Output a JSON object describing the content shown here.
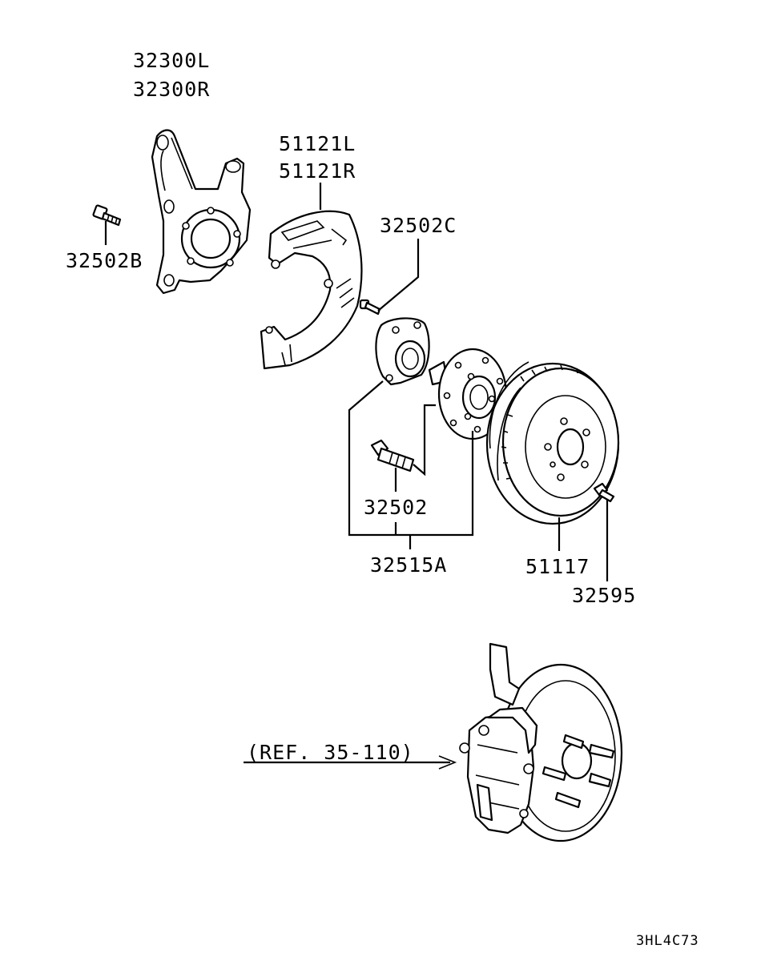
{
  "labels": {
    "knuckle_left": "32300L",
    "knuckle_right": "32300R",
    "knuckle_bolt": "32502B",
    "dust_shield_left": "51121L",
    "dust_shield_right": "51121R",
    "shield_screw": "32502C",
    "hub_bolt": "32502",
    "hub_assembly": "32515A",
    "brake_disc": "51117",
    "disc_screw": "32595"
  },
  "reference": "(REF. 35-110)",
  "diagram_code": "3HL4C73",
  "colors": {
    "line": "#000000",
    "background": "#ffffff"
  }
}
